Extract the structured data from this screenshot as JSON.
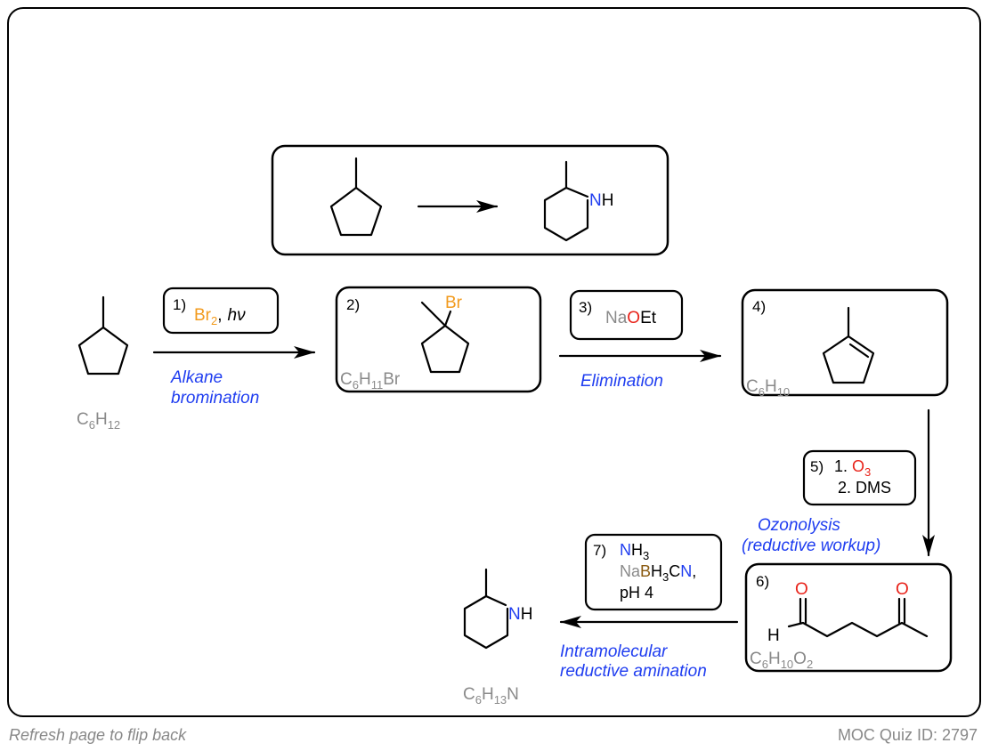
{
  "footer": {
    "left_text": "Refresh page to flip back",
    "right_text": "MOC Quiz ID: 2797"
  },
  "colors": {
    "nitrogen": "#1f3df0",
    "oxygen": "#e8231a",
    "bromine": "#f29a1c",
    "boron": "#8a5a10",
    "gray_text": "#8a8a8a",
    "caption": "#1f3df0"
  },
  "overview": {
    "product_n": "N",
    "product_h": "H"
  },
  "compounds": {
    "start": {
      "formula_c": "C",
      "formula_c_sub": "6",
      "formula_h": "H",
      "formula_h_sub": "12"
    },
    "step2": {
      "label": "2)",
      "br": "Br",
      "formula_c": "C",
      "formula_c_sub": "6",
      "formula_h": "H",
      "formula_h_sub": "11",
      "formula_rest": "Br"
    },
    "step4": {
      "label": "4)",
      "formula_c": "C",
      "formula_c_sub": "6",
      "formula_h": "H",
      "formula_h_sub": "10"
    },
    "step6": {
      "label": "6)",
      "o": "O",
      "h": "H",
      "formula_c": "C",
      "formula_c_sub": "6",
      "formula_h": "H",
      "formula_h_sub": "10",
      "formula_o": "O",
      "formula_o_sub": "2"
    },
    "final": {
      "n": "N",
      "h": "H",
      "formula_c": "C",
      "formula_c_sub": "6",
      "formula_h": "H",
      "formula_h_sub": "13",
      "formula_n": "N"
    }
  },
  "reagents": {
    "r1": {
      "label": "1)",
      "br": "Br",
      "br_sub": "2",
      "sep": ",",
      "hv": "hν"
    },
    "r3": {
      "label": "3)",
      "na": "Na",
      "o": "O",
      "et": "Et"
    },
    "r5": {
      "label": "5)",
      "line1_num": "1.",
      "o": "O",
      "o_sub": "3",
      "line2": "2. DMS"
    },
    "r7": {
      "label": "7)",
      "n": "N",
      "h3": "H",
      "h3_sub": "3",
      "na": "Na",
      "b": "B",
      "bh": "H",
      "bh_sub": "3",
      "c": "C",
      "cn_n": "N",
      "comma": ",",
      "ph": "pH 4"
    }
  },
  "captions": {
    "c1_line1": "Alkane",
    "c1_line2": "bromination",
    "c3": "Elimination",
    "c5_line1": "Ozonolysis",
    "c5_line2": "(reductive workup)",
    "c7_line1": "Intramolecular",
    "c7_line2": "reductive amination"
  }
}
